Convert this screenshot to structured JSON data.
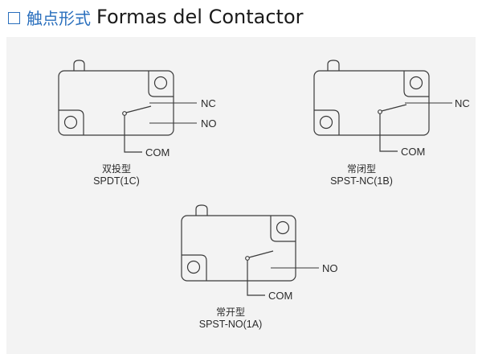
{
  "header": {
    "checkbox_icon": "square-outline-icon",
    "title_cn": "触点形式",
    "title_es": "Formas del Contactor",
    "accent_color": "#2a6fbd"
  },
  "switches": [
    {
      "type_cn": "双投型",
      "type_code": "SPDT(1C)",
      "terminals": {
        "nc": "NC",
        "no": "NO",
        "com": "COM"
      }
    },
    {
      "type_cn": "常闭型",
      "type_code": "SPST-NC(1B)",
      "terminals": {
        "nc": "NC",
        "com": "COM"
      }
    },
    {
      "type_cn": "常开型",
      "type_code": "SPST-NO(1A)",
      "terminals": {
        "no": "NO",
        "com": "COM"
      }
    }
  ]
}
